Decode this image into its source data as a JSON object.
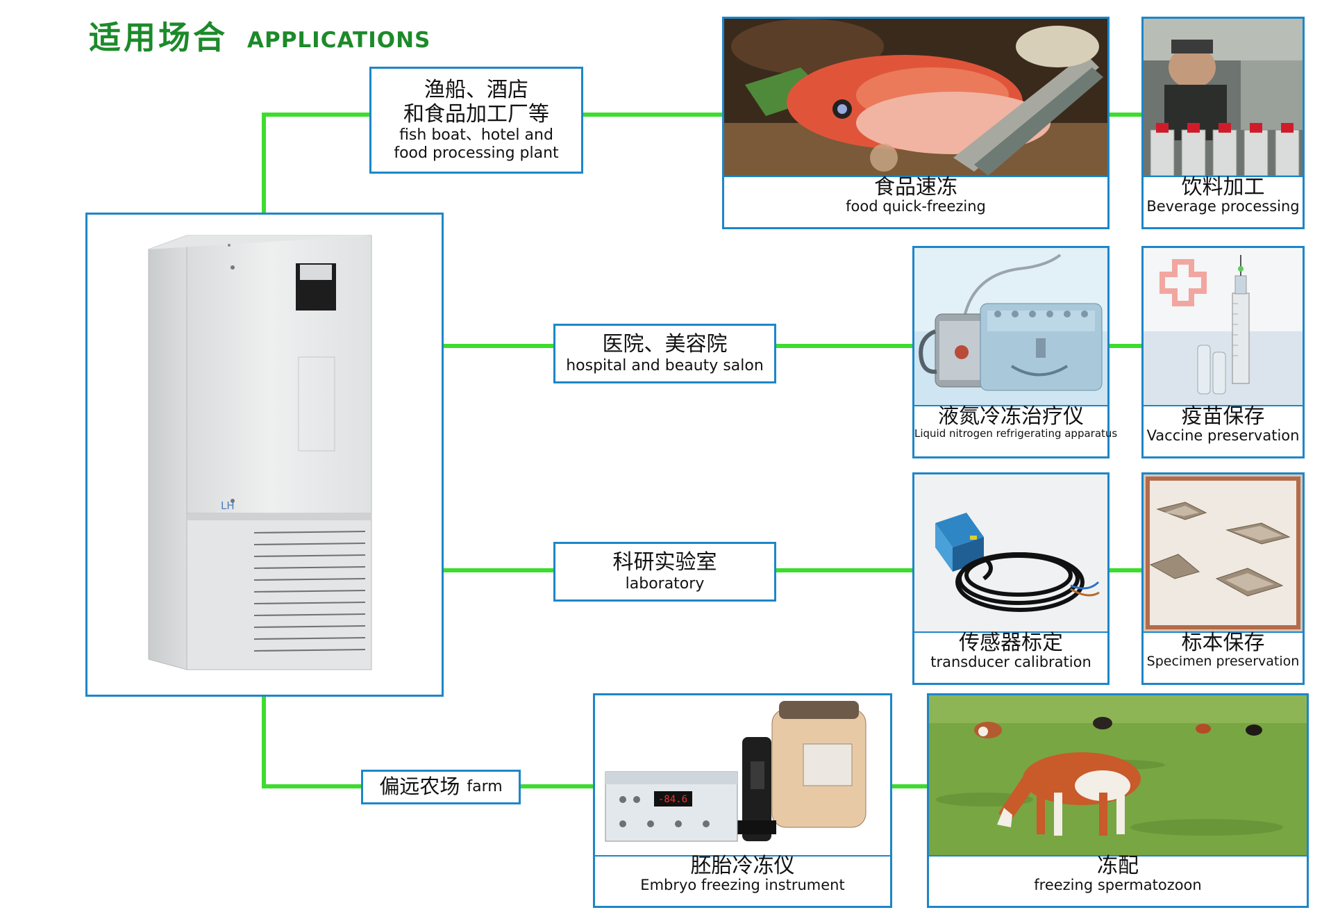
{
  "header": {
    "title_cn": "适用场合",
    "title_en": "APPLICATIONS"
  },
  "device": {
    "badge": "LH"
  },
  "categories": [
    {
      "cn": "渔船、酒店",
      "cn2": "和食品加工厂等",
      "en": "fish boat、hotel and",
      "en2": "food processing plant"
    },
    {
      "cn": "医院、美容院",
      "en": "hospital and beauty salon"
    },
    {
      "cn": "科研实验室",
      "en": "laboratory"
    },
    {
      "cn": "偏远农场",
      "en": "farm"
    }
  ],
  "cards": [
    {
      "cn": "食品速冻",
      "en": "food quick-freezing"
    },
    {
      "cn": "饮料加工",
      "en": "Beverage processing"
    },
    {
      "cn": "液氮冷冻治疗仪",
      "en": "Liquid nitrogen refrigerating apparatus"
    },
    {
      "cn": "疫苗保存",
      "en": "Vaccine preservation"
    },
    {
      "cn": "传感器标定",
      "en": "transducer calibration"
    },
    {
      "cn": "标本保存",
      "en": "Specimen preservation"
    },
    {
      "cn": "胚胎冷冻仪",
      "en": "Embryo freezing instrument"
    },
    {
      "cn": "冻配",
      "en": "freezing spermatozoon"
    }
  ],
  "embryo_display": "-84.6",
  "colors": {
    "title": "#1c8a2a",
    "connector": "#3ddc2e",
    "border": "#1c86c8"
  }
}
